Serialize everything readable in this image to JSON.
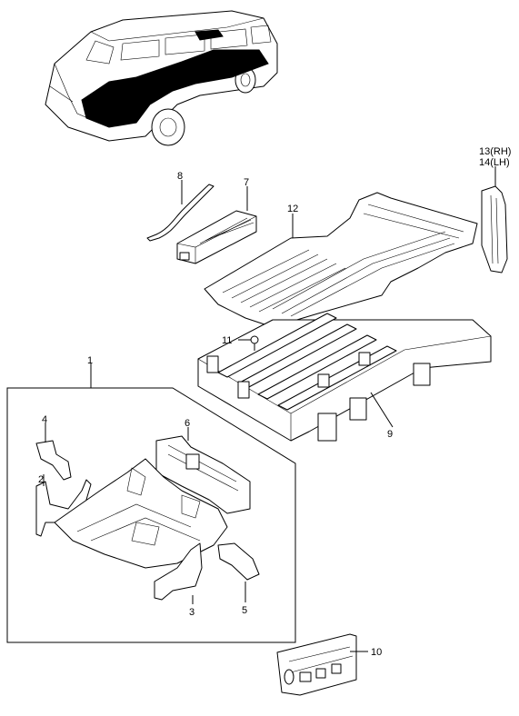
{
  "diagram": {
    "callouts": [
      {
        "id": "c1",
        "text": "1"
      },
      {
        "id": "c2",
        "text": "2"
      },
      {
        "id": "c3",
        "text": "3"
      },
      {
        "id": "c4",
        "text": "4"
      },
      {
        "id": "c5",
        "text": "5"
      },
      {
        "id": "c6",
        "text": "6"
      },
      {
        "id": "c7",
        "text": "7"
      },
      {
        "id": "c8",
        "text": "8"
      },
      {
        "id": "c9",
        "text": "9"
      },
      {
        "id": "c10",
        "text": "10"
      },
      {
        "id": "c11",
        "text": "11"
      },
      {
        "id": "c12",
        "text": "12"
      }
    ],
    "side_labels": {
      "rh": "13(RH)",
      "lh": "14(LH)"
    }
  }
}
